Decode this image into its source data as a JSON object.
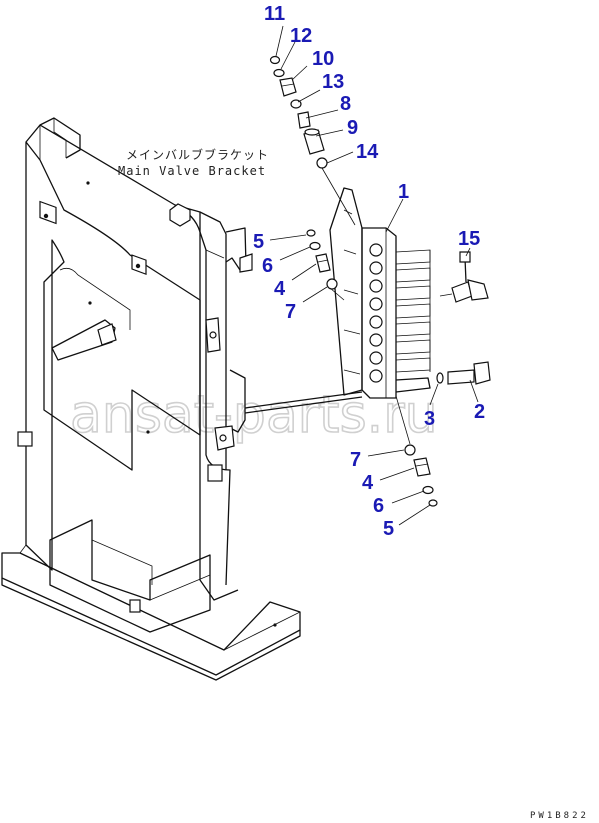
{
  "drawing": {
    "title_jp": "メインバルブブラケット",
    "title_en": "Main Valve Bracket",
    "code": "PW1B822",
    "watermark": "ansat-parts.ru",
    "colors": {
      "callout": "#1a1ab4",
      "line": "#111111",
      "watermark": "#c8c8c8"
    }
  },
  "callouts": [
    {
      "id": "c11",
      "label": "11"
    },
    {
      "id": "c12",
      "label": "12"
    },
    {
      "id": "c10",
      "label": "10"
    },
    {
      "id": "c13",
      "label": "13"
    },
    {
      "id": "c8",
      "label": "8"
    },
    {
      "id": "c9",
      "label": "9"
    },
    {
      "id": "c14",
      "label": "14"
    },
    {
      "id": "c1",
      "label": "1"
    },
    {
      "id": "c15",
      "label": "15"
    },
    {
      "id": "c5a",
      "label": "5"
    },
    {
      "id": "c6a",
      "label": "6"
    },
    {
      "id": "c4a",
      "label": "4"
    },
    {
      "id": "c7a",
      "label": "7"
    },
    {
      "id": "c3",
      "label": "3"
    },
    {
      "id": "c2",
      "label": "2"
    },
    {
      "id": "c7b",
      "label": "7"
    },
    {
      "id": "c4b",
      "label": "4"
    },
    {
      "id": "c6b",
      "label": "6"
    },
    {
      "id": "c5b",
      "label": "5"
    }
  ]
}
